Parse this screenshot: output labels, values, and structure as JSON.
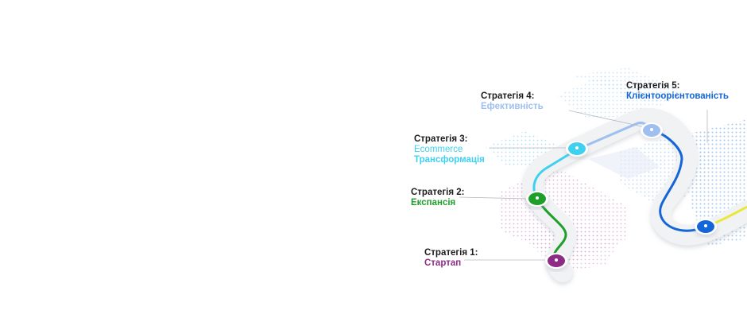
{
  "strategies": [
    {
      "title": "Стратегія 1:",
      "subtitle": [
        "Стартап"
      ],
      "color": "#8e2b86"
    },
    {
      "title": "Стратегія 2:",
      "subtitle": [
        "Експансія"
      ],
      "color": "#1f9e2a"
    },
    {
      "title": "Стратегія 3:",
      "subtitle": [
        "Ecommerce",
        "Трансформація"
      ],
      "color": "#3ed1ef"
    },
    {
      "title": "Стратегія 4:",
      "subtitle": [
        "Ефективність"
      ],
      "color": "#9fbff0"
    },
    {
      "title": "Стратегія 5:",
      "subtitle": [
        "Клієнтоорієнтованість"
      ],
      "color": "#1466d8"
    }
  ],
  "accent_end": "#e8e83a",
  "road_color": "#f1f2f4",
  "dot_pattern_colors": [
    "#d9a8d3",
    "#8fd9ee",
    "#9cc4ee"
  ]
}
